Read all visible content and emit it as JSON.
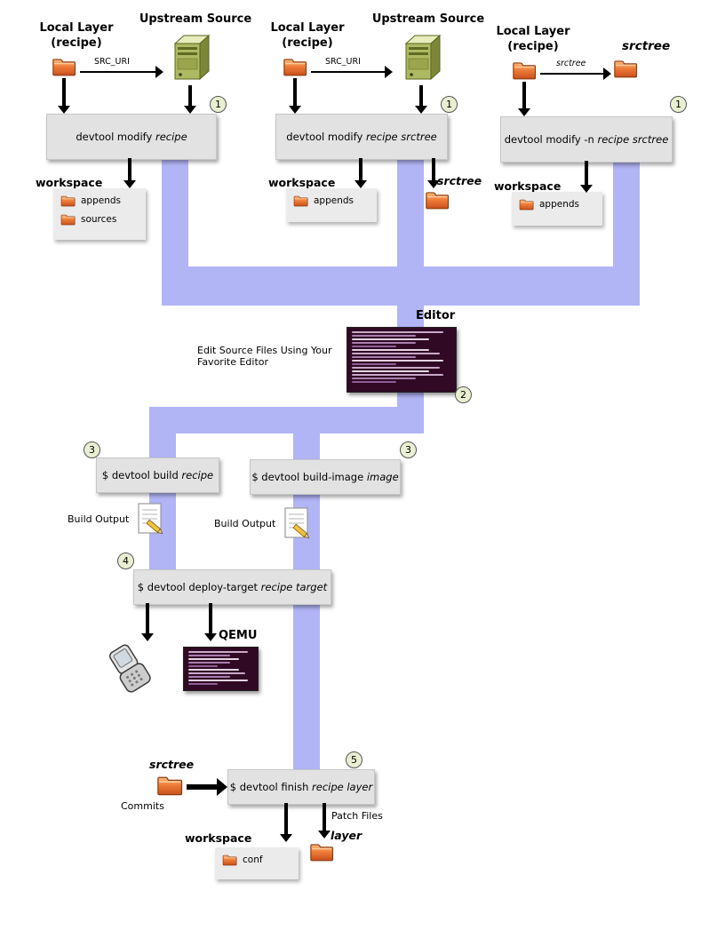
{
  "colors": {
    "pipe": "#b1b4f5",
    "box": "#e2e2e2",
    "panel": "#ebebeb",
    "terminal": "#300a24",
    "badge": "#e9efd2"
  },
  "badges": {
    "step1": "1",
    "step2": "2",
    "step3": "3",
    "step4": "4",
    "step5": "5"
  },
  "col1": {
    "local_layer": "Local Layer",
    "recipe": "(recipe)",
    "upstream": "Upstream Source",
    "arrow_label": "SRC_URI",
    "cmd_prefix": "devtool modify ",
    "cmd_italic": "recipe",
    "workspace": "workspace",
    "folder_appends": "appends",
    "folder_sources": "sources"
  },
  "col2": {
    "local_layer": "Local Layer",
    "recipe": "(recipe)",
    "upstream": "Upstream Source",
    "arrow_label": "SRC_URI",
    "cmd_prefix": "devtool modify ",
    "cmd_italic": "recipe srctree",
    "workspace": "workspace",
    "folder_appends": "appends",
    "srctree": "srctree"
  },
  "col3": {
    "local_layer": "Local Layer",
    "recipe": "(recipe)",
    "arrow_label": "srctree",
    "srctree": "srctree",
    "cmd_prefix": "devtool modify -n ",
    "cmd_italic": "recipe srctree",
    "workspace": "workspace",
    "folder_appends": "appends"
  },
  "editor": {
    "title": "Editor",
    "caption": "Edit Source Files Using Your Favorite Editor"
  },
  "build": {
    "recipe_prefix": "$ devtool build ",
    "recipe_italic": "recipe",
    "image_prefix": "$ devtool build-image ",
    "image_italic": "image",
    "output_label": "Build Output"
  },
  "deploy": {
    "cmd_prefix": "$ devtool deploy-target ",
    "cmd_italic": "recipe target",
    "qemu": "QEMU"
  },
  "finish": {
    "cmd_prefix": "$ devtool finish ",
    "cmd_italic": "recipe layer",
    "srctree": "srctree",
    "commits": "Commits",
    "patch_files": "Patch Files",
    "workspace": "workspace",
    "folder_conf": "conf",
    "layer": "layer"
  }
}
